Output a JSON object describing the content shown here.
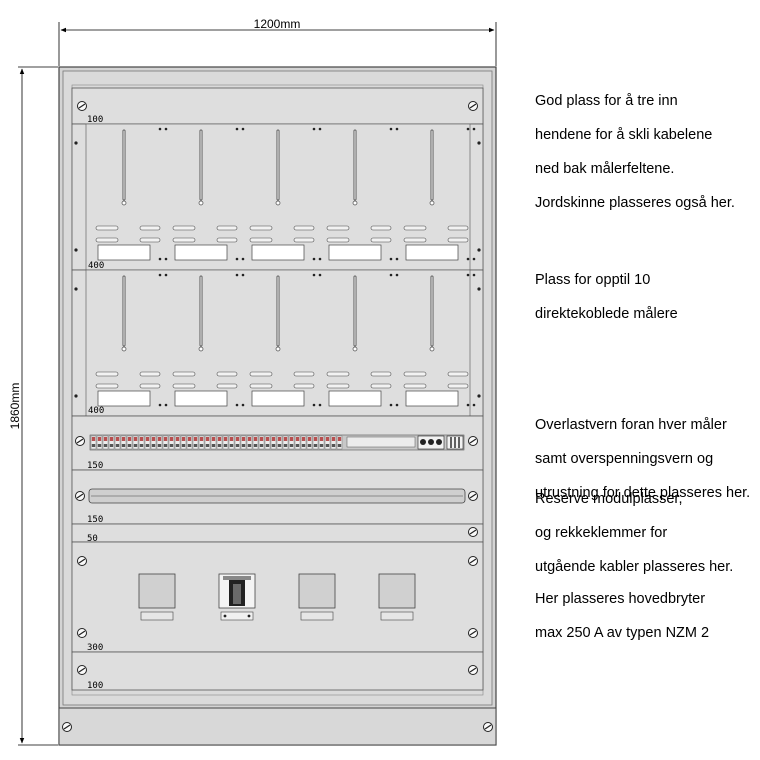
{
  "dimensions": {
    "width_label": "1200mm",
    "height_label": "1860mm"
  },
  "sections": [
    {
      "id": "top",
      "height_label": "100"
    },
    {
      "id": "meters-1",
      "height_label": "400"
    },
    {
      "id": "meters-2",
      "height_label": "400"
    },
    {
      "id": "protection",
      "height_label": "150"
    },
    {
      "id": "reserve",
      "height_label": "150"
    },
    {
      "id": "spacer",
      "height_label": "50"
    },
    {
      "id": "main-switch",
      "height_label": "300"
    },
    {
      "id": "bottom",
      "height_label": "100"
    }
  ],
  "notes": [
    {
      "lines": [
        "God plass for å tre inn",
        "hendene for å skli kabelene",
        "ned bak målerfeltene.",
        "Jordskinne plasseres også her."
      ]
    },
    {
      "lines": [
        "Plass for opptil 10",
        "direktekoblede målere"
      ]
    },
    {
      "lines": [
        "Overlastvern foran hver måler",
        "samt overspenningsvern og",
        "utrustning for dette plasseres her."
      ]
    },
    {
      "lines": [
        "Reserve modulplasser,",
        "og rekkeklemmer for",
        "utgående kabler plasseres her."
      ]
    },
    {
      "lines": [
        "Her plasseres hovedbryter",
        "max 250 A av typen NZM 2"
      ]
    }
  ],
  "colors": {
    "cabinet": "#d4d4d4",
    "panel": "#dedede",
    "line": "#555555",
    "terminal_red": "#b85050"
  }
}
